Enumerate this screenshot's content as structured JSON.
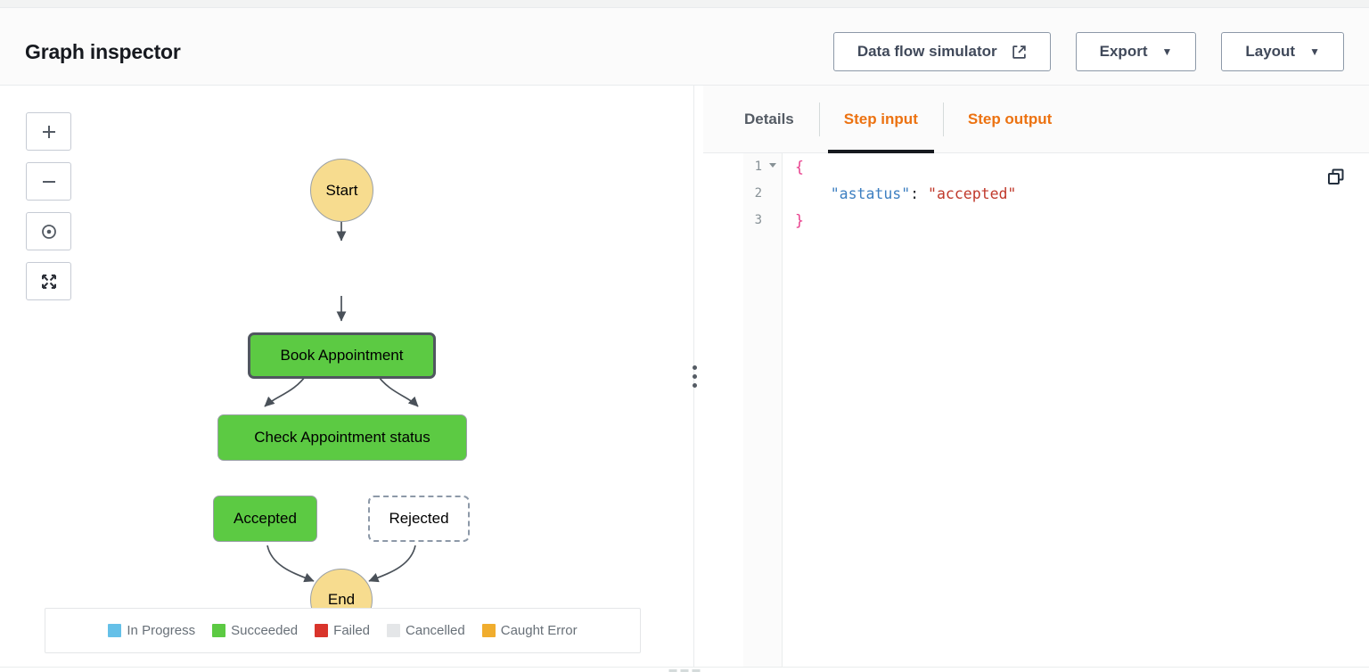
{
  "header": {
    "title": "Graph inspector",
    "buttons": [
      {
        "label": "Data flow simulator",
        "icon": "external-link-icon",
        "type": "link"
      },
      {
        "label": "Export",
        "icon": "chevron-down-icon",
        "type": "dropdown",
        "caret": "▼"
      },
      {
        "label": "Layout",
        "icon": "chevron-down-icon",
        "type": "dropdown",
        "caret": "▼"
      }
    ]
  },
  "canvas": {
    "zoom_controls": [
      {
        "name": "zoom-in-icon",
        "glyph": "+"
      },
      {
        "name": "zoom-out-icon",
        "glyph": "−"
      },
      {
        "name": "center-target-icon",
        "glyph": "◉"
      },
      {
        "name": "fit-screen-icon",
        "glyph": "⤡"
      }
    ],
    "nodes": [
      {
        "id": "start",
        "label": "Start",
        "shape": "circle",
        "status": "terminal",
        "selected": false
      },
      {
        "id": "book",
        "label": "Book Appointment",
        "shape": "task",
        "status": "succeeded",
        "selected": true
      },
      {
        "id": "check",
        "label": "Check Appointment status",
        "shape": "task",
        "status": "succeeded",
        "selected": false
      },
      {
        "id": "accepted",
        "label": "Accepted",
        "shape": "task",
        "status": "succeeded",
        "selected": false
      },
      {
        "id": "rejected",
        "label": "Rejected",
        "shape": "skipped",
        "status": "not-executed",
        "selected": false
      },
      {
        "id": "end",
        "label": "End",
        "shape": "circle",
        "status": "terminal",
        "selected": false
      }
    ],
    "edges": [
      {
        "from": "start",
        "to": "book"
      },
      {
        "from": "book",
        "to": "check"
      },
      {
        "from": "check",
        "to": "accepted"
      },
      {
        "from": "check",
        "to": "rejected"
      },
      {
        "from": "accepted",
        "to": "end"
      },
      {
        "from": "rejected",
        "to": "end"
      }
    ],
    "legend": [
      {
        "label": "In Progress",
        "color": "#65c0e8"
      },
      {
        "label": "Succeeded",
        "color": "#5cca43"
      },
      {
        "label": "Failed",
        "color": "#d9342b"
      },
      {
        "label": "Cancelled",
        "color": "#e4e6e8"
      },
      {
        "label": "Caught Error",
        "color": "#f0ad2e"
      }
    ]
  },
  "panel": {
    "tabs": [
      {
        "label": "Details",
        "active": false
      },
      {
        "label": "Step input",
        "active": true
      },
      {
        "label": "Step output",
        "active": false
      }
    ],
    "copy_icon": "copy-icon",
    "code": {
      "lines": [
        {
          "number": "1",
          "foldable": true,
          "tokens": [
            {
              "text": "{",
              "cls": "t-brace"
            }
          ]
        },
        {
          "number": "2",
          "foldable": false,
          "tokens": [
            {
              "text": "    ",
              "cls": "t-punct"
            },
            {
              "text": "\"astatus\"",
              "cls": "t-key"
            },
            {
              "text": ": ",
              "cls": "t-punct"
            },
            {
              "text": "\"accepted\"",
              "cls": "t-str"
            }
          ]
        },
        {
          "number": "3",
          "foldable": false,
          "tokens": [
            {
              "text": "}",
              "cls": "t-brace"
            }
          ]
        }
      ]
    }
  },
  "colors": {
    "accent": "#ec7211",
    "node_terminal": "#f7dc8f",
    "node_succeeded": "#5cca43",
    "text_dark": "#16191f"
  }
}
